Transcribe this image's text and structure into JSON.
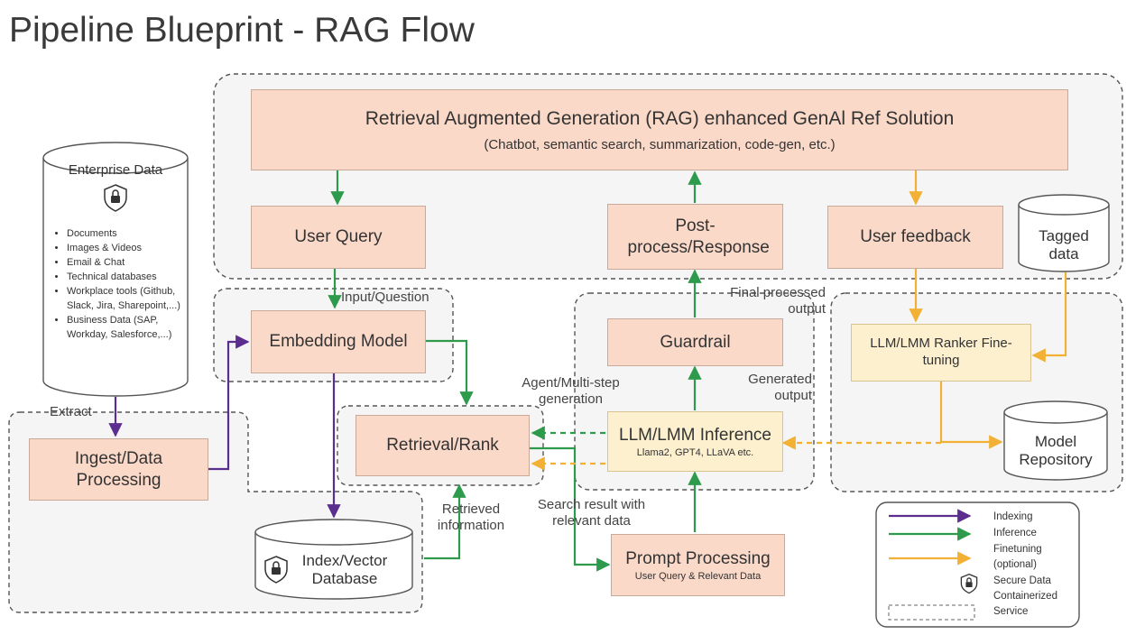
{
  "title": "Pipeline Blueprint - RAG Flow",
  "rag": {
    "title": "Retrieval Augmented Generation (RAG) enhanced GenAl Ref Solution",
    "subtitle": "(Chatbot, semantic search, summarization, code-gen, etc.)"
  },
  "nodes": {
    "user_query": "User Query",
    "post_process": "Post-process/Response",
    "user_feedback": "User feedback",
    "tagged_data": "Tagged data",
    "embedding_model": "Embedding Model",
    "guardrail": "Guardrail",
    "ranker_finetuning": "LLM/LMM Ranker Fine-tuning",
    "retrieval_rank": "Retrieval/Rank",
    "llm_inference": "LLM/LMM Inference",
    "llm_inference_sub": "Llama2, GPT4, LLaVA etc.",
    "model_repository": "Model Repository",
    "ingest": "Ingest/Data Processing",
    "vector_db": "Index/Vector Database",
    "prompt_processing": "Prompt Processing",
    "prompt_processing_sub": "User Query & Relevant Data"
  },
  "enterprise": {
    "title": "Enterprise Data",
    "items": [
      "Documents",
      "Images & Videos",
      "Email & Chat",
      "Technical databases",
      "Workplace tools (Github, Slack, Jira, Sharepoint,...)",
      "Business Data (SAP, Workday, Salesforce,...)"
    ]
  },
  "edge_labels": {
    "input_question": "Input/Question",
    "final_processed": "Final processed output",
    "generated_output": "Generated output",
    "agent_multistep": "Agent/Multi-step generation",
    "extract": "Extract",
    "retrieved_information": "Retrieved information",
    "search_result": "Search result with relevant data"
  },
  "legend": {
    "indexing": "Indexing",
    "inference": "Inference",
    "finetuning": "Finetuning (optional)",
    "secure_data": "Secure Data",
    "containerized": "Containerized Service"
  },
  "colors": {
    "indexing": "#5b2d8e",
    "inference": "#2e9a4c",
    "finetuning": "#f2b134",
    "box_fill": "#fbd9c9",
    "box_fill_light": "#fdf0cf",
    "region_fill": "#f5f5f5"
  }
}
